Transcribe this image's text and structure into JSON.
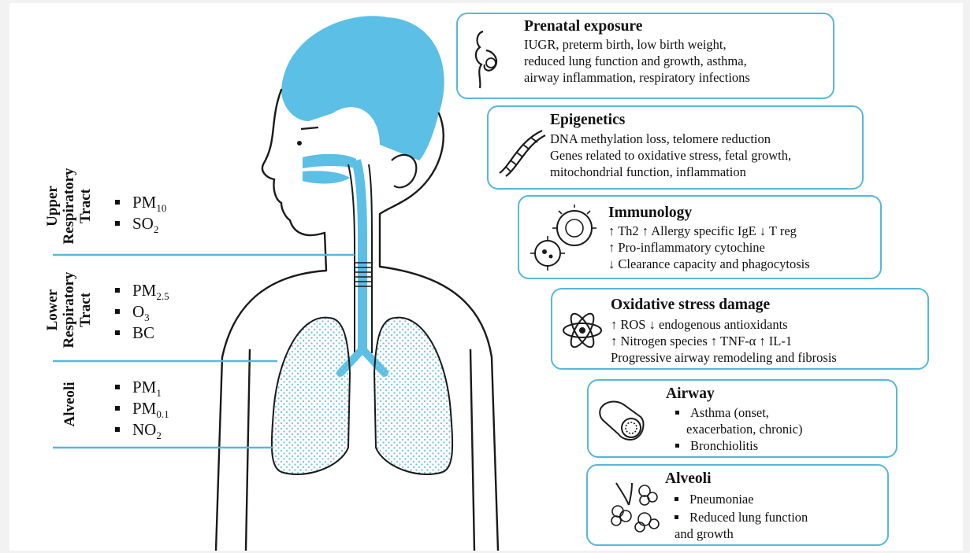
{
  "regions": [
    {
      "label_lines": [
        "Upper",
        "Respiratory",
        "Tract"
      ],
      "pollutants": [
        {
          "base": "PM",
          "sub": "10"
        },
        {
          "base": "SO",
          "sub": "2"
        }
      ]
    },
    {
      "label_lines": [
        "Lower",
        "Respiratory",
        "Tract"
      ],
      "pollutants": [
        {
          "base": "PM",
          "sub": "2.5"
        },
        {
          "base": "O",
          "sub": "3"
        },
        {
          "base": "BC",
          "sub": ""
        }
      ]
    },
    {
      "label_lines": [
        "Alveoli"
      ],
      "pollutants": [
        {
          "base": "PM",
          "sub": "1"
        },
        {
          "base": "PM",
          "sub": "0.1"
        },
        {
          "base": "NO",
          "sub": "2"
        }
      ]
    }
  ],
  "cards": {
    "prenatal": {
      "title": "Prenatal exposure",
      "icon": "pregnancy-icon",
      "lines": [
        "IUGR, preterm birth, low birth weight,",
        "reduced lung function and growth, asthma,",
        "airway inflammation, respiratory infections"
      ]
    },
    "epigenetics": {
      "title": "Epigenetics",
      "icon": "dna-icon",
      "lines": [
        "DNA methylation loss, telomere reduction",
        "Genes related to oxidative stress, fetal growth,",
        "mitochondrial function, inflammation"
      ]
    },
    "immunology": {
      "title": "Immunology",
      "icon": "virus-cells-icon",
      "lines": [
        "↑ Th2 ↑ Allergy specific IgE ↓ T reg",
        "↑ Pro-inflammatory cytochine",
        "↓ Clearance capacity and phagocytosis"
      ]
    },
    "oxidative": {
      "title": "Oxidative stress damage",
      "icon": "atom-icon",
      "lines": [
        "↑ ROS ↓ endogenous antioxidants",
        "↑ Nitrogen species ↑ TNF-α  ↑ IL-1",
        "Progressive airway remodeling and fibrosis"
      ]
    },
    "airway": {
      "title": "Airway",
      "icon": "airway-tube-icon",
      "bullets": [
        "Asthma (onset,",
        "exacerbation, chronic)",
        "Bronchiolitis"
      ]
    },
    "alveoli": {
      "title": "Alveoli",
      "icon": "alveoli-cluster-icon",
      "bullets": [
        "Pneumoniae",
        "Reduced lung function",
        "and growth"
      ]
    }
  },
  "colors": {
    "accent": "#57b8d9",
    "hair": "#5bbfe6",
    "lung_dots": "#7fc6e2",
    "outline": "#1a1a1a"
  }
}
